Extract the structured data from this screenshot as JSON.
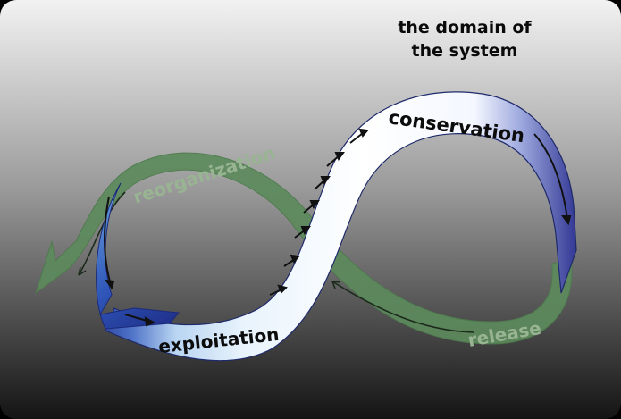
{
  "title": {
    "line1": "the domain of",
    "line2": "the system"
  },
  "phases": {
    "conservation": "conservation",
    "exploitation": "exploitation",
    "reorganization": "reorganization",
    "release": "release"
  },
  "colors": {
    "background_top": "#ededed",
    "background_bottom": "#1a1a1a",
    "front_loop": "#dfeefb",
    "front_loop_dark": "#2c3d9c",
    "back_loop": "#5e8a5c",
    "back_loop_text": "#97b493",
    "arrow": "#111111"
  }
}
